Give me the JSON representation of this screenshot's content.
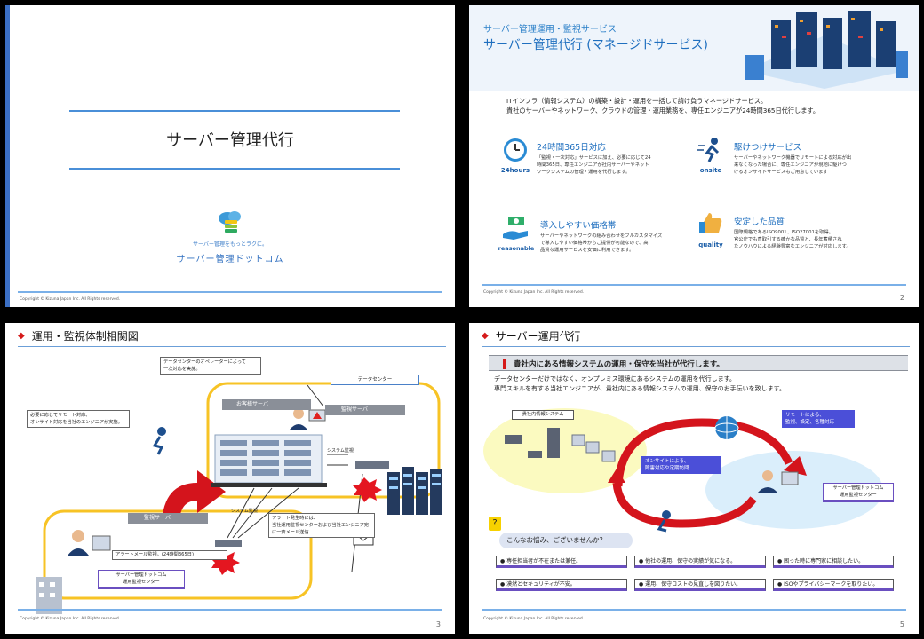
{
  "copyright": "Copyright © Kizuna Japan Inc. All Rights reserved.",
  "slide1": {
    "title": "サーバー管理代行",
    "logo_tagline": "サーバー管理をもっとラクに。",
    "logo_name": "サーバー管理ドットコム"
  },
  "slide2": {
    "kicker": "サーバー管理運用・監視サービス",
    "title": "サーバー管理代行 (マネージドサービス)",
    "intro1": "ITインフラ（情報システム）の構築・設計・運用を一括して請け負うマネージドサービス。",
    "intro2": "貴社のサーバーやネットワーク、クラウドの管理・運用業務を、専任エンジニアが24時間365日代行します。",
    "page": "2",
    "features": [
      {
        "icon_label": "24hours",
        "title": "24時間365日対応",
        "lines": [
          "「監視・一次対応」サービスに加え、必要に応じて24",
          "時間365日、専任エンジニアが社内サーバーやネット",
          "ワークシステムの管理・運用を代行します。"
        ]
      },
      {
        "icon_label": "onsite",
        "title": "駆けつけサービス",
        "lines": [
          "サーバーやネットワーク機器でリモートによる対応が出",
          "来なくなった場合に、専任エンジニアが現地に駆けつ",
          "けるオンサイトサービスもご用意しています"
        ]
      },
      {
        "icon_label": "reasonable",
        "title": "導入しやすい価格帯",
        "lines": [
          "サーバーやネットワークの組み合わせをフルカスタマイズ",
          "で導入しやすい価格帯からご提供が可能なので、高",
          "品質な運用サービスを安価に利用できます。"
        ]
      },
      {
        "icon_label": "quality",
        "title": "安定した品質",
        "lines": [
          "国際規格であるISO9001、ISO27001を取得。",
          "官公庁でも直取引する確かな品質と、長年蓄積され",
          "たノウハウによる経験豊富なエンジニアが対応します。"
        ]
      }
    ]
  },
  "slide3": {
    "title": "運用・監視体制相関図",
    "page": "3",
    "callout_operator": [
      "データセンターのオペレーターによって",
      "一次対応を実施。"
    ],
    "datacenter_label": "データセンター",
    "callout_onsite": [
      "必要に応じてリモート対応、",
      "オンサイト対応を当社のエンジニアが実施。"
    ],
    "customer_server": "お客様サーバ",
    "monitor_server": "監視サーバ",
    "system_monitor": "システム監視",
    "system_monitor2": "システム監視",
    "alert_box": [
      "アラート発生時には、",
      "当社運用監視センターおよび当社エンジニア宛",
      "に一斉メール送信"
    ],
    "monitor_server2": "監視サーバ",
    "alert_mail": "アラートメール監視。(24時間365日)",
    "center_label": [
      "サーバー管理ドットコム",
      "運用監視センター"
    ]
  },
  "slide4": {
    "title": "サーバー運用代行",
    "page": "5",
    "banner": "貴社内にある情報システムの運用・保守を当社が代行します。",
    "desc1": "データセンターだけではなく、オンプレミス環境にあるシステムの運用を代行します。",
    "desc2": "専門スキルを有する当社エンジニアが、貴社内にある情報システムの運用、保守のお手伝いを致します。",
    "in_house": "貴社内情報システム",
    "remote": [
      "リモートによる、",
      "監視、設定、各種対応"
    ],
    "onsite": [
      "オンサイトによる、",
      "障害対応や定期訪問"
    ],
    "center_label": [
      "サーバー管理ドットコム",
      "運用監視センター"
    ],
    "worry": "こんなお悩み、ございませんか？",
    "checks": [
      "専任担当者が不在または兼任。",
      "他社の運用、保守の実績が気になる。",
      "困った時に専門家に相談したい。",
      "漠然とセキュリティが不安。",
      "運用、保守コストの見直しを図りたい。",
      "ISOやプライバシーマークを取りたい。"
    ]
  }
}
